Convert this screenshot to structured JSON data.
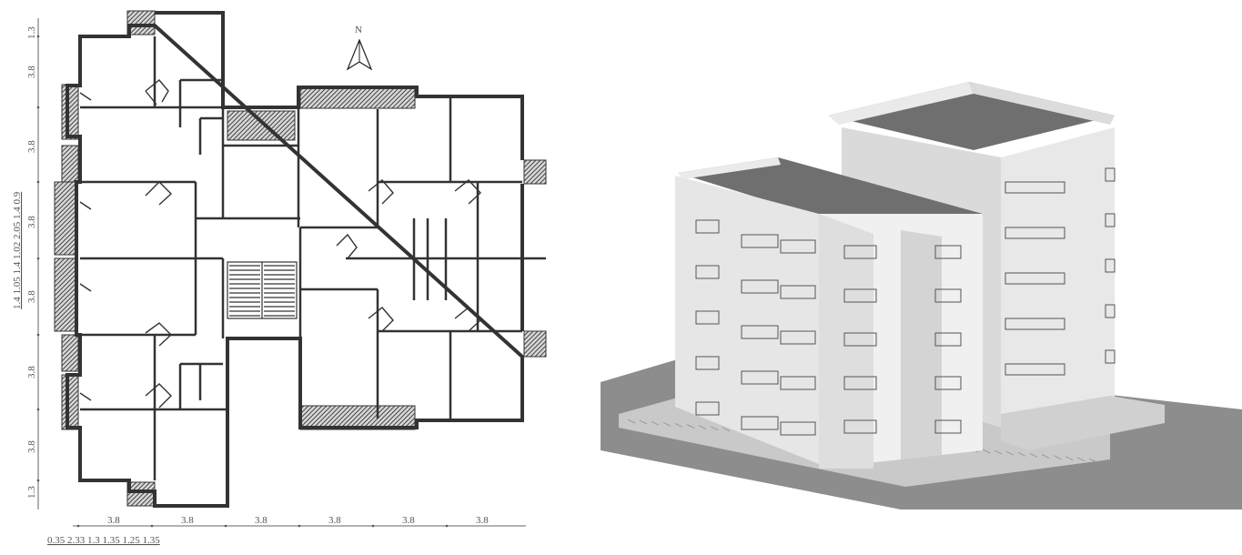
{
  "plan": {
    "north_label": "N",
    "bottom_dimensions": [
      "3.8",
      "3.8",
      "3.8",
      "3.8",
      "3.8",
      "3.8"
    ],
    "bottom_detail_dimensions": "0.35   2.33   1.3 1.35 1.25 1.35",
    "left_dimensions": [
      "1.3",
      "3.8",
      "3.8",
      "3.8",
      "3.8",
      "3.8",
      "3.8",
      "1.3"
    ],
    "left_detail_dimensions": "1.4 1.05   1.4 1.02   2.05   1.4   0.9"
  },
  "colors": {
    "wall": "#3a3a3a",
    "balcony_hatch": "#555555",
    "roof": "#7a7a7a",
    "ground": "#8a8a8a",
    "facade_light": "#ececec",
    "facade_shade": "#cfcfcf"
  }
}
